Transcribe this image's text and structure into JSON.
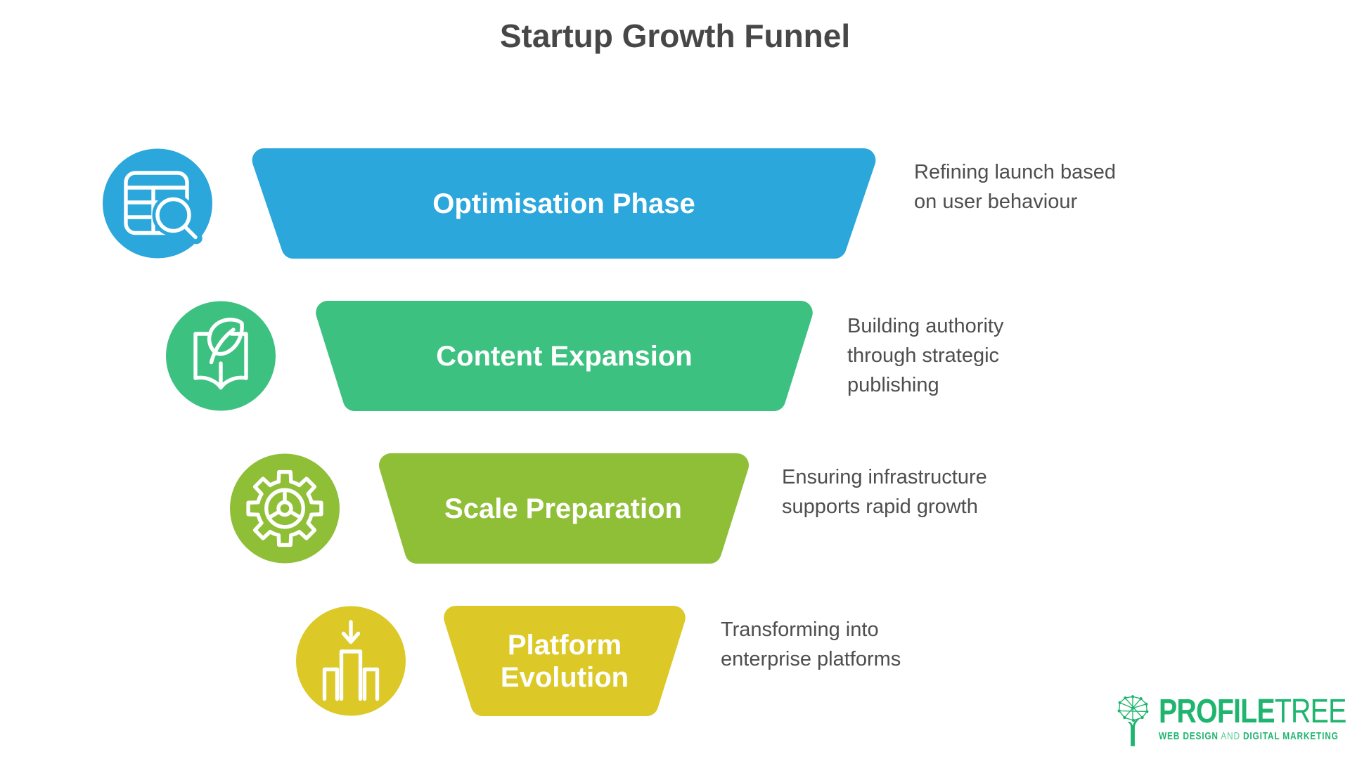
{
  "title": "Startup Growth Funnel",
  "stages": [
    {
      "label": "Optimisation Phase",
      "description": "Refining launch based\non user behaviour",
      "color": "#2BA7DC",
      "icon": "table-search-icon"
    },
    {
      "label": "Content Expansion",
      "description": "Building authority\nthrough strategic\npublishing",
      "color": "#3DC180",
      "icon": "book-leaf-icon"
    },
    {
      "label": "Scale Preparation",
      "description": "Ensuring infrastructure\nsupports rapid growth",
      "color": "#8FBE37",
      "icon": "gear-icon"
    },
    {
      "label": "Platform Evolution",
      "description": "Transforming into\nenterprise platforms",
      "color": "#DCC827",
      "icon": "podium-arrow-icon"
    }
  ],
  "logo": {
    "name_bold": "PROFILE",
    "name_light": "TREE",
    "tagline_parts": [
      "WEB DESIGN",
      " AND ",
      "DIGITAL MARKETING"
    ],
    "brand_color": "#1FB56F"
  }
}
